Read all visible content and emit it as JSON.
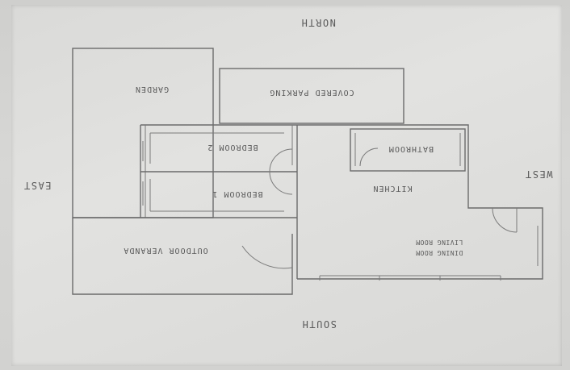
{
  "plan": {
    "directions": {
      "north": "NORTH",
      "south": "SOUTH",
      "east": "EAST",
      "west": "WEST"
    },
    "rooms": {
      "garden": "GARDEN",
      "covered_parking": "COVERED PARKING",
      "bedroom_2": "BEDROOM 2",
      "bedroom_1": "BEDROOM 1",
      "bathroom": "BATHROOM",
      "kitchen": "KITCHEN",
      "outdoor_veranda": "OUTDOOR VERANDA",
      "dining_room": "DINING ROOM",
      "living_room": "LIVING ROOM"
    }
  }
}
